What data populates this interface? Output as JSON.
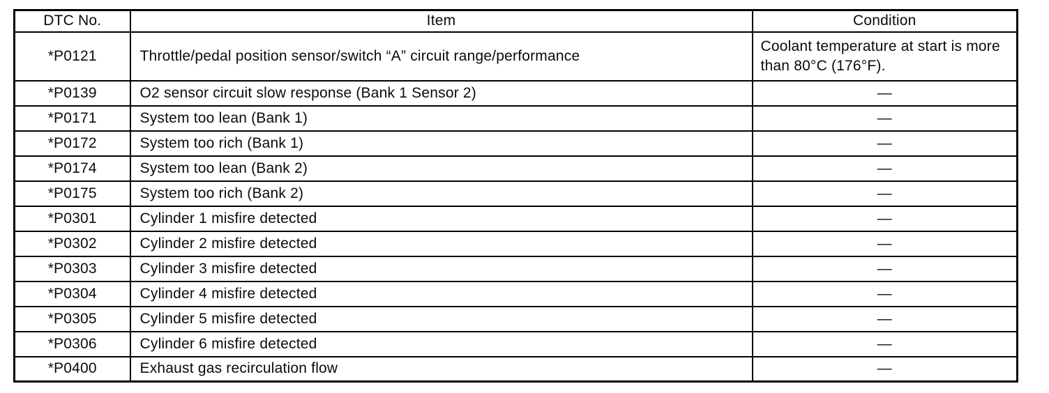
{
  "page": {
    "background_color": "#ffffff",
    "ink_color": "#0b0b0b",
    "border_color": "#000000"
  },
  "table": {
    "empty_condition_symbol": "—",
    "columns": [
      {
        "label": "DTC No."
      },
      {
        "label": "Item"
      },
      {
        "label": "Condition"
      }
    ],
    "rows": [
      {
        "dtc": "*P0121",
        "item": "Throttle/pedal position sensor/switch “A” circuit range/performance",
        "condition": "Coolant temperature at start is more than 80°C (176°F)."
      },
      {
        "dtc": "*P0139",
        "item": "O2 sensor circuit slow response (Bank 1 Sensor 2)",
        "condition": "—"
      },
      {
        "dtc": "*P0171",
        "item": "System too lean (Bank 1)",
        "condition": "—"
      },
      {
        "dtc": "*P0172",
        "item": "System too rich (Bank 1)",
        "condition": "—"
      },
      {
        "dtc": "*P0174",
        "item": "System too lean (Bank 2)",
        "condition": "—"
      },
      {
        "dtc": "*P0175",
        "item": "System too rich (Bank 2)",
        "condition": "—"
      },
      {
        "dtc": "*P0301",
        "item": "Cylinder 1 misfire detected",
        "condition": "—"
      },
      {
        "dtc": "*P0302",
        "item": "Cylinder 2 misfire detected",
        "condition": "—"
      },
      {
        "dtc": "*P0303",
        "item": "Cylinder 3 misfire detected",
        "condition": "—"
      },
      {
        "dtc": "*P0304",
        "item": "Cylinder 4 misfire detected",
        "condition": "—"
      },
      {
        "dtc": "*P0305",
        "item": "Cylinder 5 misfire detected",
        "condition": "—"
      },
      {
        "dtc": "*P0306",
        "item": "Cylinder 6 misfire detected",
        "condition": "—"
      },
      {
        "dtc": "*P0400",
        "item": "Exhaust gas recirculation flow",
        "condition": "—"
      }
    ]
  }
}
